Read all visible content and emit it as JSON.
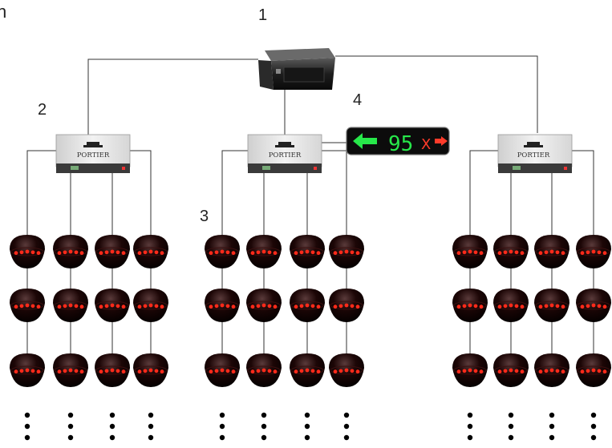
{
  "labels": {
    "corner_fragment": "n",
    "server": "1",
    "controller": "2",
    "sensor": "3",
    "display": "4"
  },
  "controller_brand": "PORTIER",
  "display": {
    "arrow_direction": "left",
    "count": "95",
    "closed_mark": "X",
    "small_arrow_direction": "right"
  },
  "colors": {
    "wire": "#333333",
    "server_body": "#1a1a1a",
    "controller_body": "#e6e6e6",
    "controller_base": "#3a3a3a",
    "sensor_dome": "#120606",
    "sensor_led": "#ff2a1a",
    "display_bg": "#0c0c0c",
    "display_green": "#27e84a",
    "display_red": "#ff3b2a",
    "continuation_dots": "#000000"
  },
  "topology": {
    "controllers": 3,
    "sensor_columns_per_controller": 4,
    "sensor_rows_shown": 3,
    "continues_indefinitely": true
  }
}
